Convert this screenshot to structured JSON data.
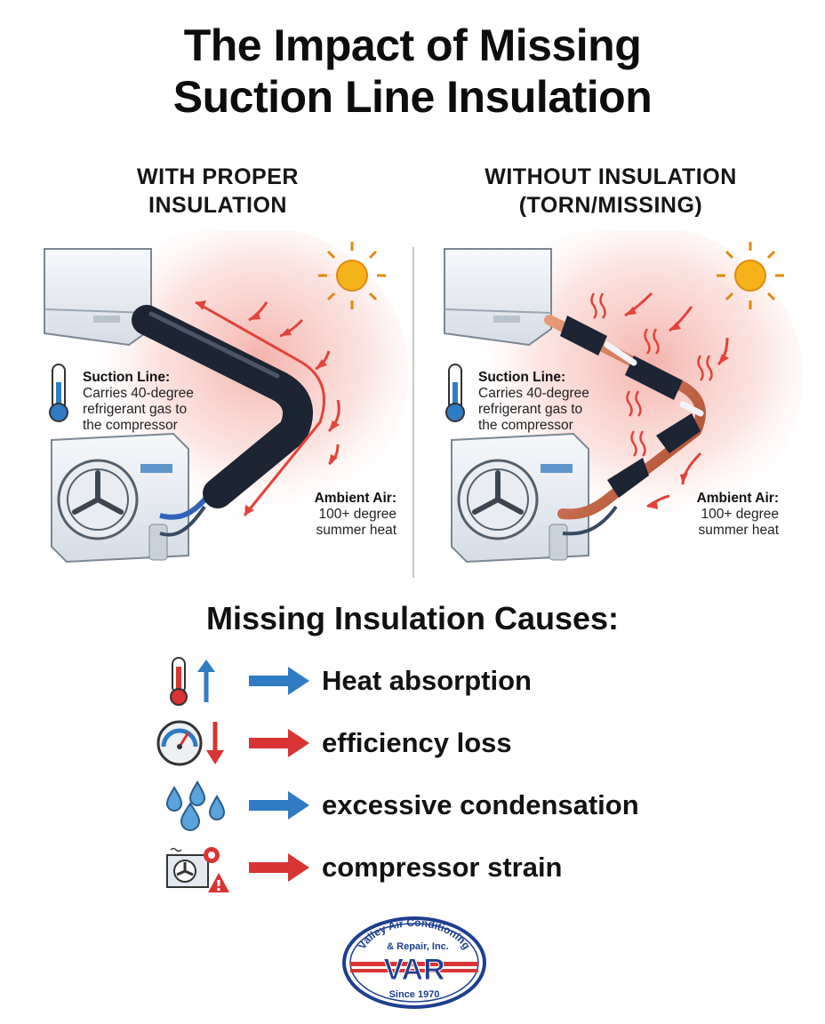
{
  "title": {
    "line1": "The Impact of Missing",
    "line2": "Suction Line Insulation"
  },
  "panels": [
    {
      "heading_line1": "WITH PROPER",
      "heading_line2": "INSULATION",
      "suction_label": "Suction Line:",
      "suction_text": "Carries 40-degree\nrefrigerant gas to\nthe compressor",
      "ambient_label": "Ambient Air:",
      "ambient_text": "100+ degree\nsummer heat"
    },
    {
      "heading_line1": "WITHOUT INSULATION",
      "heading_line2": "(TORN/MISSING)",
      "suction_label": "Suction Line:",
      "suction_text": "Carries 40-degree\nrefrigerant gas to\nthe compressor",
      "ambient_label": "Ambient Air:",
      "ambient_text": "100+ degree\nsummer heat"
    }
  ],
  "causes": {
    "heading": "Missing Insulation Causes:",
    "items": [
      {
        "label": "Heat absorption",
        "icon": "thermometer-up-icon",
        "arrow_color": "#2f7cc4"
      },
      {
        "label": "efficiency loss",
        "icon": "gauge-down-icon",
        "arrow_color": "#d93434"
      },
      {
        "label": "excessive condensation",
        "icon": "water-drops-icon",
        "arrow_color": "#2f7cc4"
      },
      {
        "label": "compressor strain",
        "icon": "compressor-warning-icon",
        "arrow_color": "#d93434"
      }
    ]
  },
  "logo": {
    "top_text": "Valley Air Conditioning",
    "sub_text": "& Repair, Inc.",
    "mark": "VAR",
    "bottom_text": "Since 1970"
  },
  "colors": {
    "heat_red": "#e2433a",
    "cool_blue": "#2f7cc4",
    "insulation": "#1d2433",
    "copper": "#c8633f"
  }
}
